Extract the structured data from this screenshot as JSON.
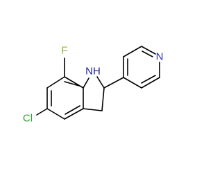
{
  "molecule": {
    "atoms": {
      "fluorine": {
        "text": "F",
        "color": "#8fb536"
      },
      "chlorine": {
        "text": "Cl",
        "color": "#2f9e2f"
      },
      "indoline_nh": {
        "text": "NH",
        "color": "#1e1e9e"
      },
      "pyridine_n": {
        "text": "N",
        "color": "#2d2db8"
      }
    }
  }
}
